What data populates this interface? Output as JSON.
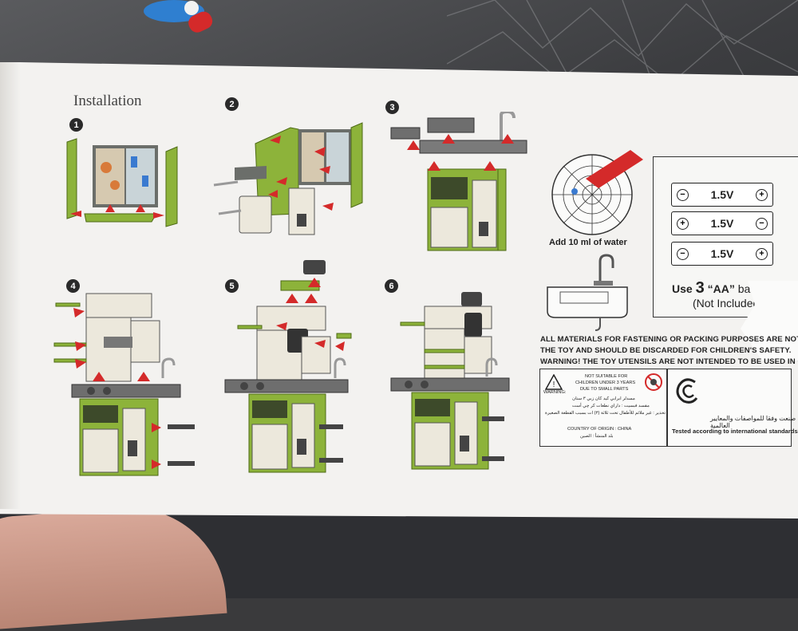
{
  "title": "Installation",
  "steps": [
    {
      "num": "1"
    },
    {
      "num": "2"
    },
    {
      "num": "3"
    },
    {
      "num": "4"
    },
    {
      "num": "5"
    },
    {
      "num": "6"
    }
  ],
  "water": {
    "label": "Add 10 ml of water"
  },
  "batteries": {
    "rows": [
      {
        "value": "1.5V",
        "left_pole": "−",
        "right_pole": "+"
      },
      {
        "value": "1.5V",
        "left_pole": "+",
        "right_pole": "−"
      },
      {
        "value": "1.5V",
        "left_pole": "−",
        "right_pole": "+"
      }
    ],
    "use_prefix": "Use",
    "count": "3",
    "type": "“AA”",
    "word": "batteries",
    "not_included": "(Not Included)"
  },
  "warnings": {
    "line1": "ALL MATERIALS FOR FASTENING OR PACKING PURPOSES ARE NOT PART OF",
    "line2": "THE TOY AND SHOULD BE DISCARDED FOR CHILDREN'S SAFETY.",
    "line3": "WARNING! THE TOY UTENSILS ARE NOT INTENDED TO BE USED IN CONTACT"
  },
  "age_warning": {
    "warning_label": "WARNING:",
    "line1": "NOT SUITABLE FOR",
    "line2": "CHILDREN UNDER 3 YEARS",
    "line3": "DUE TO SMALL PARTS",
    "ar1": "مسدلر ابرابي كيد كان زبي ٣ سنان",
    "ar2": "مقسد فبسيت : داراي نطعات كر چي أست",
    "ar3": "تحذير : غير ملائم للأطفال تحت ثلاثة (٣) ات بسبب القطعة الصغيرة",
    "origin": "COUNTRY OF ORIGIN : CHINA",
    "origin_ar": "بلد المنشأ : الصين"
  },
  "standards": {
    "arabic": "صنعت وفقا للمواصفات والمعايير العالمية",
    "english": "Tested according to international standards"
  },
  "colors": {
    "toy_green": "#8db33a",
    "toy_dark_green": "#5c7a1f",
    "arrow_red": "#d42a2a",
    "panel_cream": "#ece8dc",
    "counter_gray": "#6e6e6e"
  }
}
